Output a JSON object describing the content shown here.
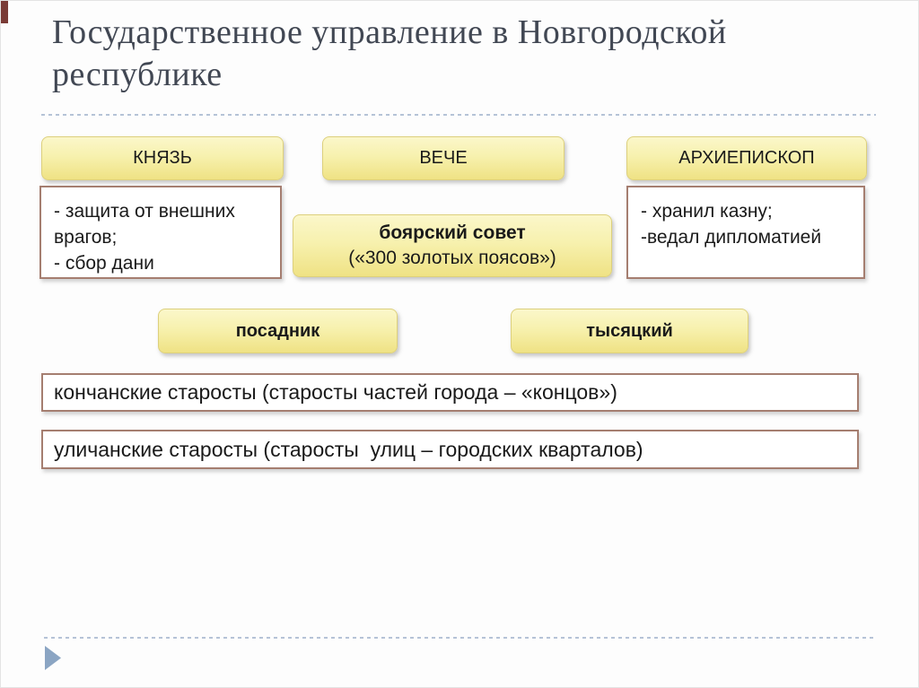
{
  "slide": {
    "title": "Государственное управление в Новгородской республике"
  },
  "boxes": {
    "knyaz": {
      "label": "КНЯЗЬ"
    },
    "veche": {
      "label": "ВЕЧЕ"
    },
    "archbishop": {
      "label": "АРХИЕПИСКОП"
    },
    "knyaz_functions": {
      "lines": [
        "- защита от внешних врагов;",
        "- сбор дани"
      ]
    },
    "archbishop_functions": {
      "lines": [
        "- хранил казну;",
        "-ведал дипломатией"
      ]
    },
    "boyar_council": {
      "title": "боярский совет",
      "subtitle": "(«300 золотых поясов»)"
    },
    "posadnik": {
      "label": "посадник"
    },
    "tysyatsky": {
      "label": "тысяцкий"
    },
    "konchanskie": {
      "label": "кончанские старосты (старосты частей города – «концов»)"
    },
    "ulichanskie": {
      "label": "уличанские старосты (старосты  улиц – городских кварталов)"
    }
  },
  "icons": {
    "nav_triangle": "right-pointing-triangle"
  },
  "colors": {
    "corner_accent": "#7a3b36",
    "title_text": "#414753",
    "dash_line": "#b5c3d7",
    "yellow_box_top": "#fbf7ca",
    "yellow_box_bottom": "#efe284",
    "yellow_box_border": "#ddd07c",
    "detail_box_border": "#a57e70",
    "nav_triangle": "#8ba5c3"
  }
}
